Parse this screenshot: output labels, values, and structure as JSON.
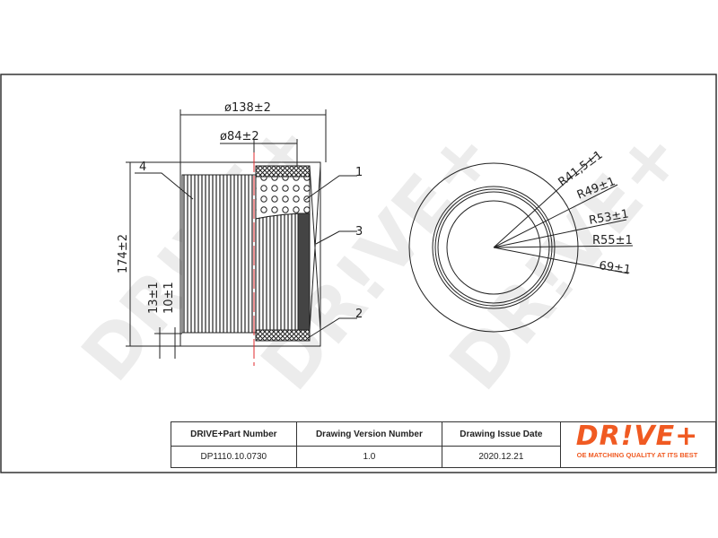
{
  "watermark": "DR!VE+",
  "side_view": {
    "dim_outer_diameter": "ø138±2",
    "dim_inner_diameter": "ø84±2",
    "dim_height": "174±2",
    "dim_13": "13±1",
    "dim_10": "10±1",
    "callouts": [
      "1",
      "2",
      "3",
      "4"
    ]
  },
  "top_view": {
    "radii": [
      "R41,5±1",
      "R49±1",
      "R53±1",
      "R55±1",
      "69±1"
    ]
  },
  "title_block": {
    "headers": [
      "DRIVE+Part Number",
      "Drawing Version Number",
      "Drawing Issue Date"
    ],
    "values": [
      "DP1110.10.0730",
      "1.0",
      "2020.12.21"
    ],
    "logo": "DR!VE+",
    "tagline": "OE MATCHING QUALITY AT ITS BEST"
  },
  "colors": {
    "brand": "#f05a22",
    "centerline": "#e0282c"
  }
}
